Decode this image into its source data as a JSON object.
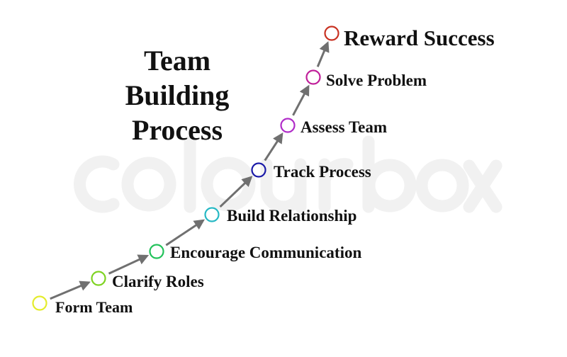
{
  "title": [
    "Team",
    "Building",
    "Process"
  ],
  "watermark": "colourbox",
  "arrow_color": "#707070",
  "steps": [
    {
      "label": "Form Team",
      "color": "#e4ec2c"
    },
    {
      "label": "Clarify Roles",
      "color": "#7ed321"
    },
    {
      "label": "Encourage Communication",
      "color": "#22c25a"
    },
    {
      "label": "Build Relationship",
      "color": "#26b8c4"
    },
    {
      "label": "Track Process",
      "color": "#1a1aa8"
    },
    {
      "label": "Assess Team",
      "color": "#b02cc8"
    },
    {
      "label": "Solve Problem",
      "color": "#c0209a"
    },
    {
      "label": "Reward Success",
      "color": "#c83222"
    }
  ]
}
